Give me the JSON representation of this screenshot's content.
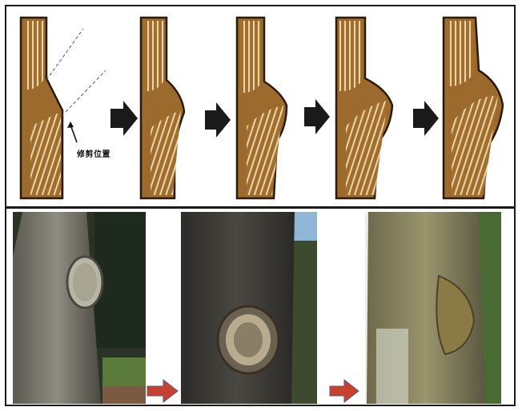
{
  "diagram": {
    "stages": [
      {
        "id": "stage-1"
      },
      {
        "id": "stage-2"
      },
      {
        "id": "stage-3"
      },
      {
        "id": "stage-4"
      },
      {
        "id": "stage-5"
      }
    ],
    "cut_position_label": "修剪位置",
    "colors": {
      "wood": "#9b6a2c",
      "wood_light": "#e6d2a8",
      "outline": "#2a1a0a",
      "arrow_black": "#1a1a1a",
      "arrow_red": "#c8402e"
    }
  },
  "photos": [
    {
      "id": "photo-fresh-cut"
    },
    {
      "id": "photo-callus-ring"
    },
    {
      "id": "photo-healed"
    }
  ]
}
